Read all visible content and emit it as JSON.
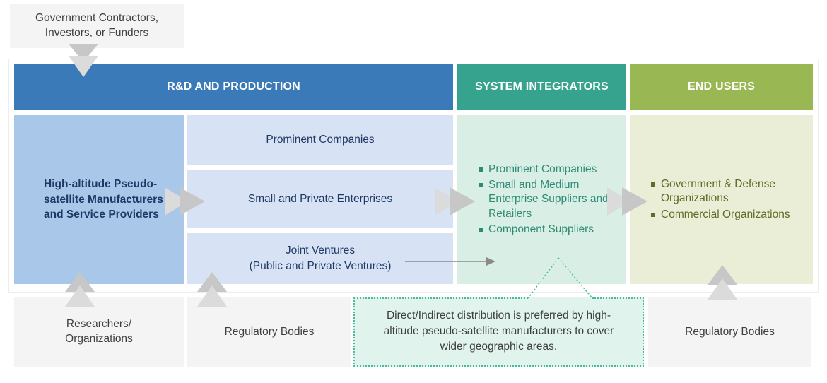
{
  "palette": {
    "rnd_header_bg": "#3A7AB8",
    "si_header_bg": "#35A38D",
    "eu_header_bg": "#99B853",
    "manufacturers_bg": "#A9C7E9",
    "sub_box_bg": "#D7E3F4",
    "si_body_bg": "#D9EEE5",
    "eu_body_bg": "#EAEED7",
    "gray_box_bg": "#F4F4F4",
    "navy_text": "#1F3864",
    "si_text": "#2F8C74",
    "eu_text": "#5D6C26",
    "gray_text": "#3F3F3F",
    "callout_bg": "#E0F3EC",
    "callout_border": "#4AB9A0",
    "callout_text": "#3E3E3E",
    "arrow_light": "#DBDBDB",
    "arrow_dark": "#C7C7C7",
    "line_arrow": "#8A8A8A",
    "container_border": "#EDEDED"
  },
  "external": {
    "funders": "Government Contractors,\nInvestors, or Funders",
    "researchers": "Researchers/\nOrganizations",
    "regulatory_left": "Regulatory Bodies",
    "regulatory_right": "Regulatory Bodies"
  },
  "rnd": {
    "header": "R&D AND PRODUCTION",
    "manufacturers_box": "High-altitude Pseudo-satellite Manufacturers and Service Providers",
    "company_boxes": [
      "Prominent Companies",
      "Small and Private Enterprises",
      "Joint Ventures\n(Public and Private Ventures)"
    ]
  },
  "system_integrators": {
    "header": "SYSTEM INTEGRATORS",
    "items": [
      "Prominent Companies",
      "Small and Medium Enterprise Suppliers and Retailers",
      "Component Suppliers"
    ]
  },
  "end_users": {
    "header": "END USERS",
    "items": [
      "Government & Defense Organizations",
      "Commercial Organizations"
    ]
  },
  "callout": {
    "text": "Direct/Indirect distribution is preferred by high-altitude pseudo-satellite manufacturers to cover wider geographic areas."
  }
}
